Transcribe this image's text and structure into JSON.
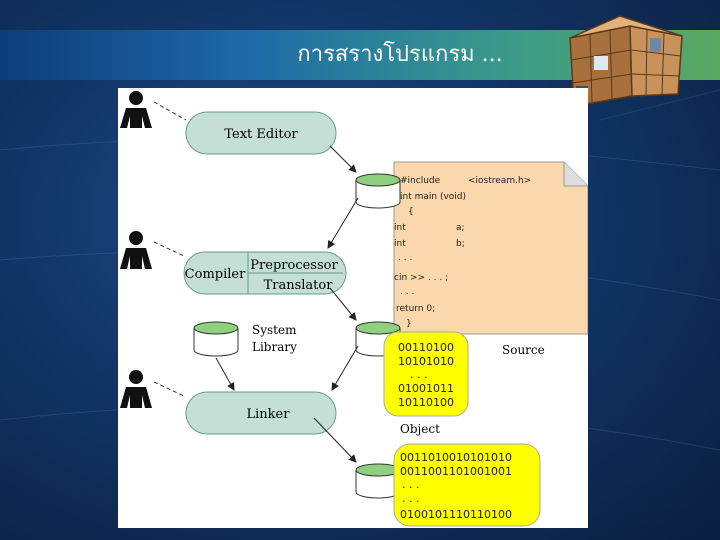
{
  "slide": {
    "title": "การสรางโปรแกรม ..."
  },
  "diagram": {
    "text_editor": "Text Editor",
    "compiler": "Compiler",
    "preprocessor": "Preprocessor",
    "translator": "Translator",
    "system_library_1": "System",
    "system_library_2": "Library",
    "linker": "Linker",
    "source_label": "Source",
    "object_label": "Object",
    "source_code": {
      "l1a": "#include",
      "l1b": "<iostream.h>",
      "l2": "int main (void)",
      "l3": "{",
      "l4a": "int",
      "l4b": "a;",
      "l5a": "int",
      "l5b": "b;",
      "l6": ". . .",
      "l7": "cin >> . . . ;",
      "l8": ". . .",
      "l9": "return 0;",
      "l10": "}"
    },
    "object_code": [
      "00110100",
      "10101010",
      ". . .",
      "01001011",
      "10110100"
    ],
    "executable_code": [
      "0011010010101010",
      "0011001101001001",
      ". . .",
      ". . .",
      "0100101110110100"
    ]
  },
  "colors": {
    "node_fill": "#c3dfd6",
    "cylinder_top": "#8fd07e",
    "source_fill": "#fbd7ac",
    "binary_fill": "#ffff00"
  }
}
